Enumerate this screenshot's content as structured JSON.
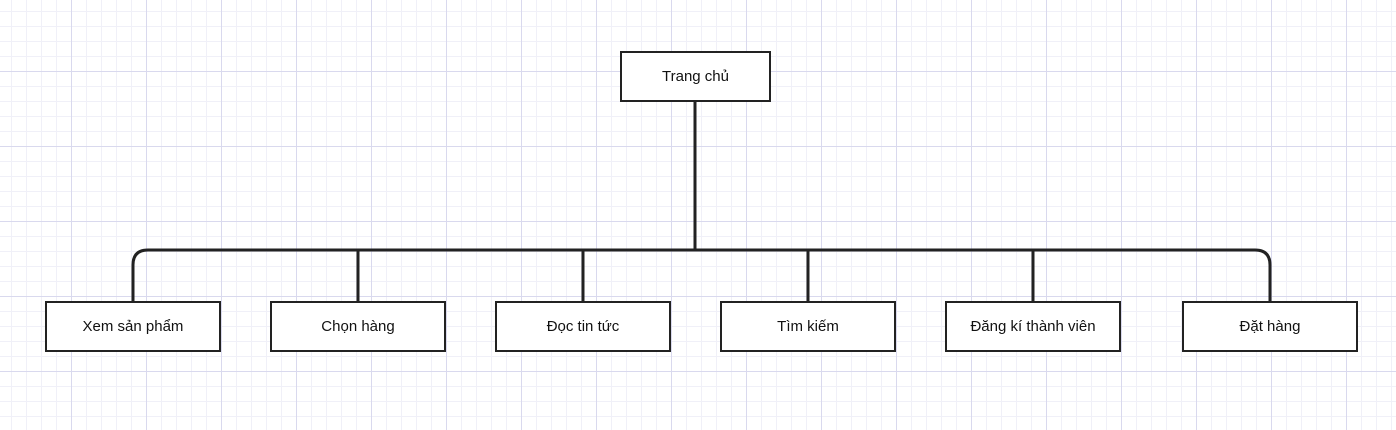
{
  "diagram": {
    "root": {
      "label": "Trang chủ"
    },
    "children": [
      {
        "label": "Xem sản phẩm"
      },
      {
        "label": "Chọn hàng"
      },
      {
        "label": "Đọc tin tức"
      },
      {
        "label": "Tìm kiếm"
      },
      {
        "label": "Đăng kí thành viên"
      },
      {
        "label": "Đặt hàng"
      }
    ]
  },
  "colors": {
    "line": "#222222",
    "box_border": "#222222",
    "box_fill": "#ffffff",
    "grid": "#d9d9ee"
  }
}
